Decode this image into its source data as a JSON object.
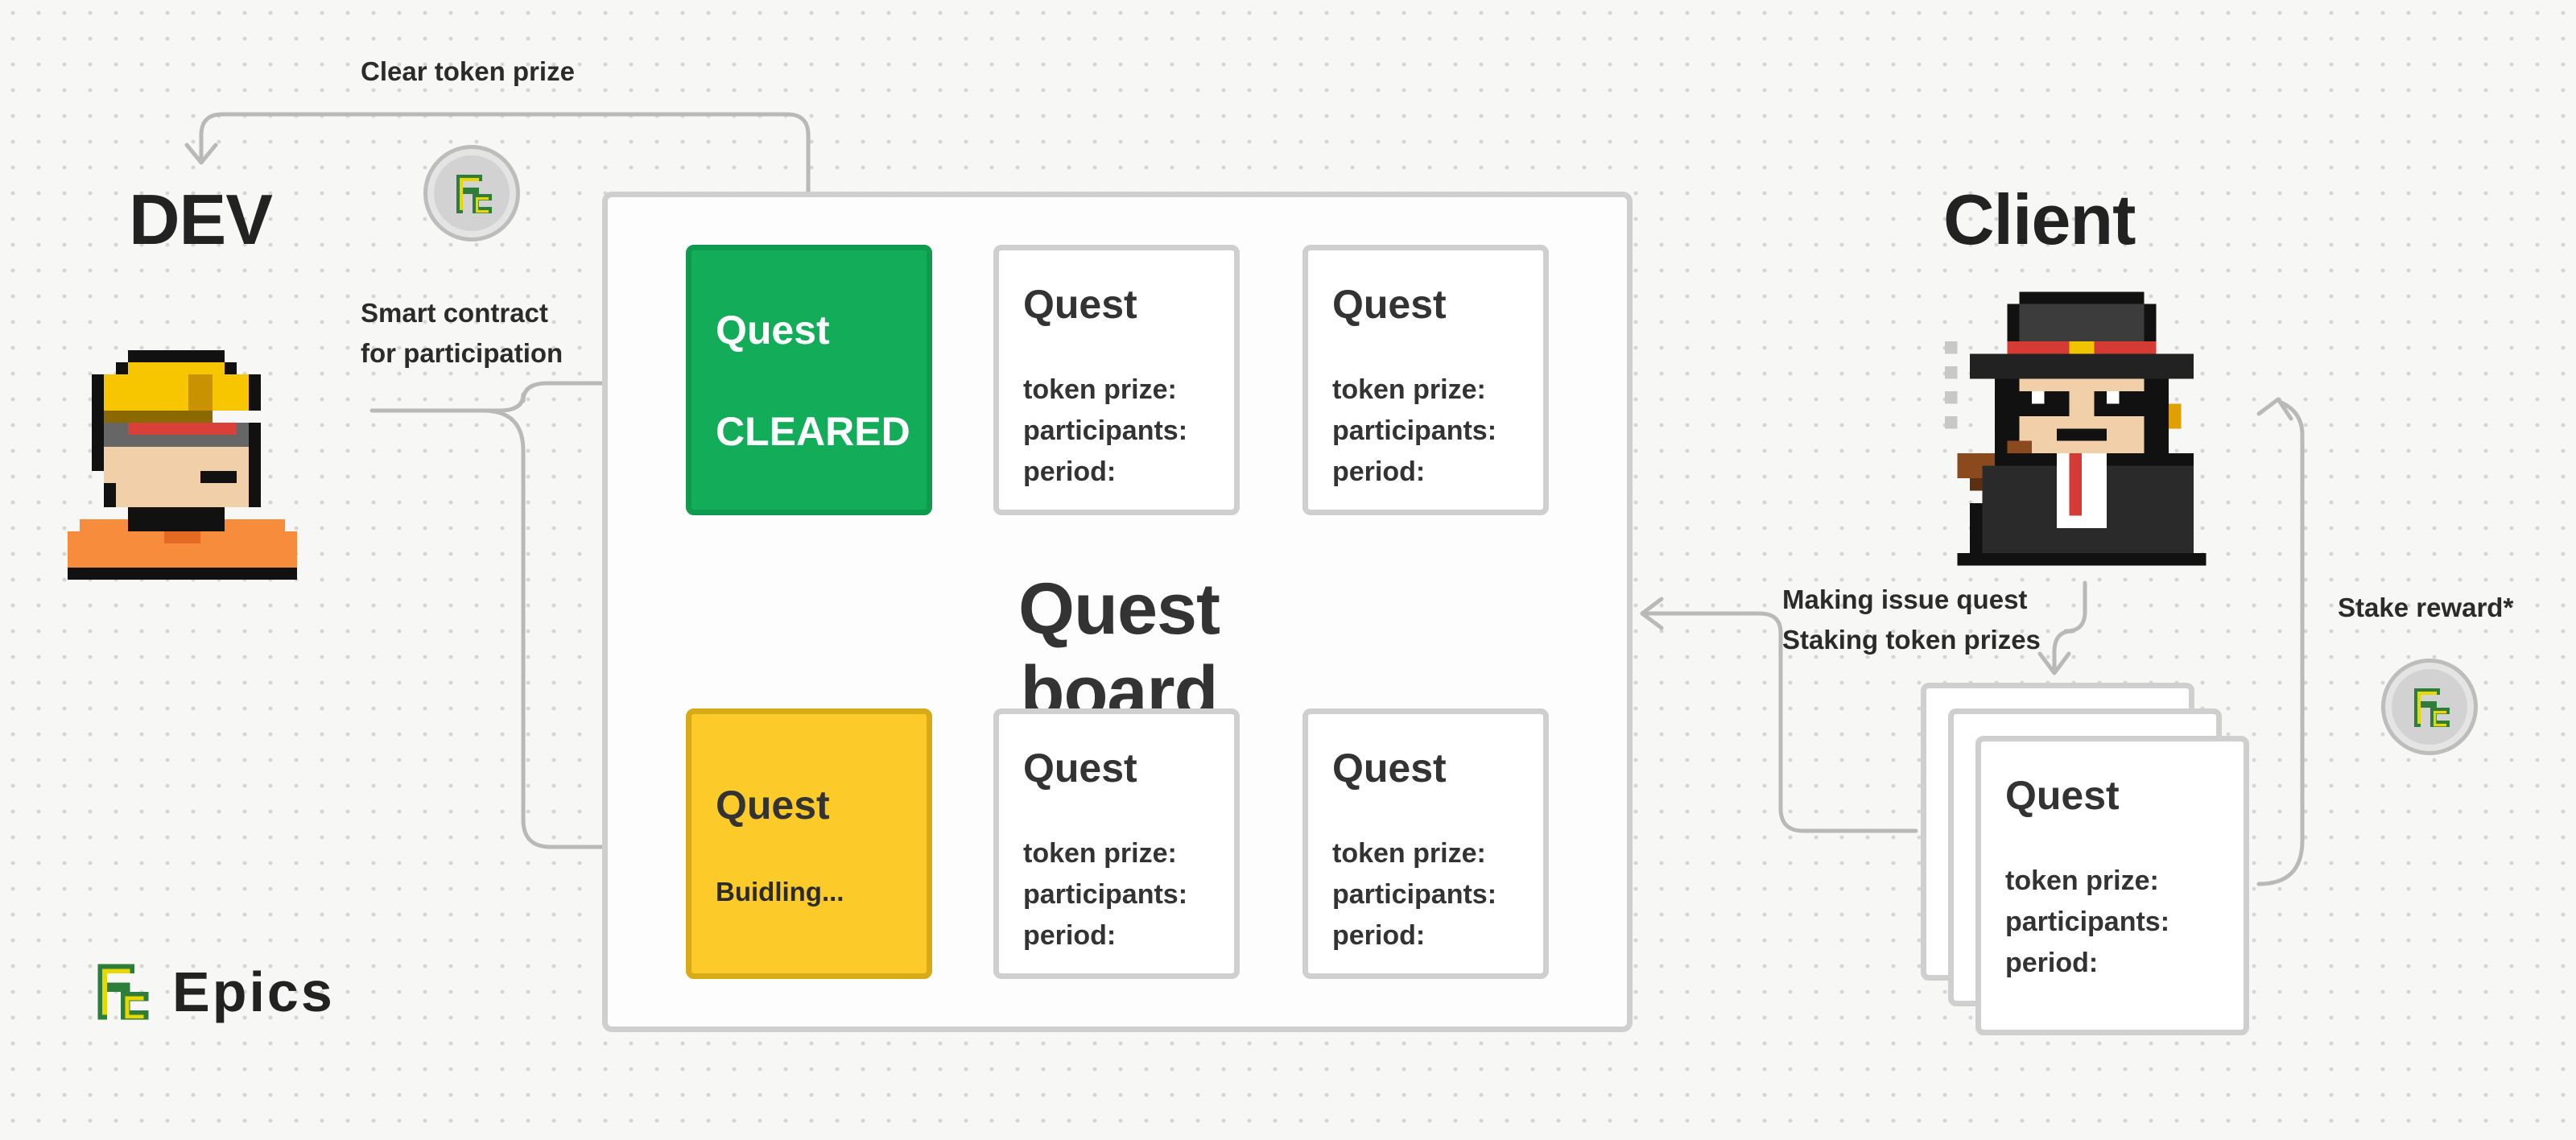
{
  "actors": {
    "dev": "DEV",
    "client": "Client"
  },
  "labels": {
    "clear_token_prize": "Clear token prize",
    "smart_contract_line1": "Smart contract",
    "smart_contract_line2": "for participation",
    "making_issue_quest": "Making issue quest",
    "staking_token_prizes": "Staking token prizes",
    "stake_reward": "Stake reward*"
  },
  "board": {
    "title": "Quest board",
    "cards": [
      {
        "title": "Quest",
        "status": "CLEARED",
        "state": "cleared"
      },
      {
        "title": "Quest",
        "fields": [
          "token prize:",
          "participants:",
          "period:"
        ]
      },
      {
        "title": "Quest",
        "fields": [
          "token prize:",
          "participants:",
          "period:"
        ]
      },
      {
        "title": "Quest",
        "status": "Buidling...",
        "state": "building"
      },
      {
        "title": "Quest",
        "fields": [
          "token prize:",
          "participants:",
          "period:"
        ]
      },
      {
        "title": "Quest",
        "fields": [
          "token prize:",
          "participants:",
          "period:"
        ]
      }
    ]
  },
  "client_stack": {
    "title": "Quest",
    "fields": [
      "token prize:",
      "participants:",
      "period:"
    ]
  },
  "brand": {
    "name": "Epics",
    "icon": "epics-logo-icon"
  },
  "colors": {
    "cleared": "#13ad5a",
    "building": "#fccb2a",
    "border": "#cfcfcf",
    "arrow": "#b9b9b9"
  },
  "icons": [
    "epics-coin-icon",
    "dev-avatar-icon",
    "client-avatar-icon"
  ]
}
